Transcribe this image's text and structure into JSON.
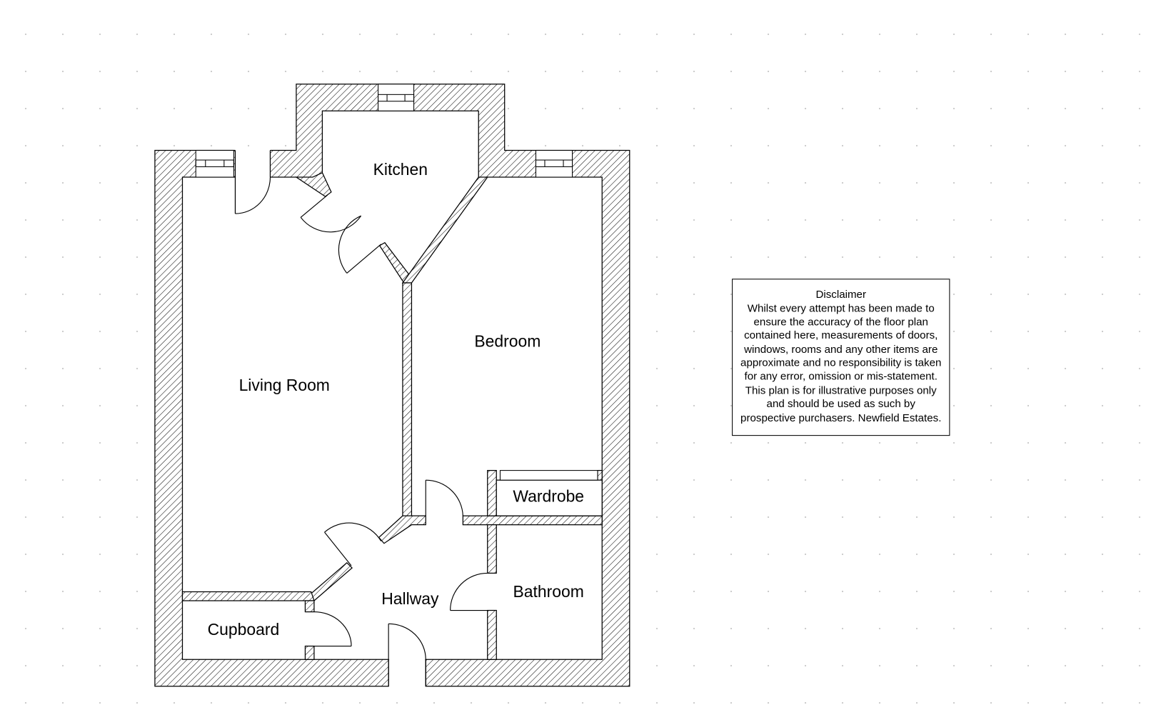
{
  "floor_plan": {
    "rooms": {
      "kitchen": "Kitchen",
      "living_room": "Living Room",
      "bedroom": "Bedroom",
      "wardrobe": "Wardrobe",
      "hallway": "Hallway",
      "bathroom": "Bathroom",
      "cupboard": "Cupboard"
    }
  },
  "disclaimer": {
    "title": "Disclaimer",
    "lines": [
      "Whilst every attempt has been made to",
      "ensure the accuracy of the floor plan",
      "contained here, measurements of doors,",
      "windows, rooms and any other items are",
      "approximate and no responsibility is taken",
      "for any error, omission or mis-statement.",
      "This plan is for illustrative purposes only",
      "and should be used as such by",
      "prospective purchasers. Newfield Estates."
    ]
  }
}
